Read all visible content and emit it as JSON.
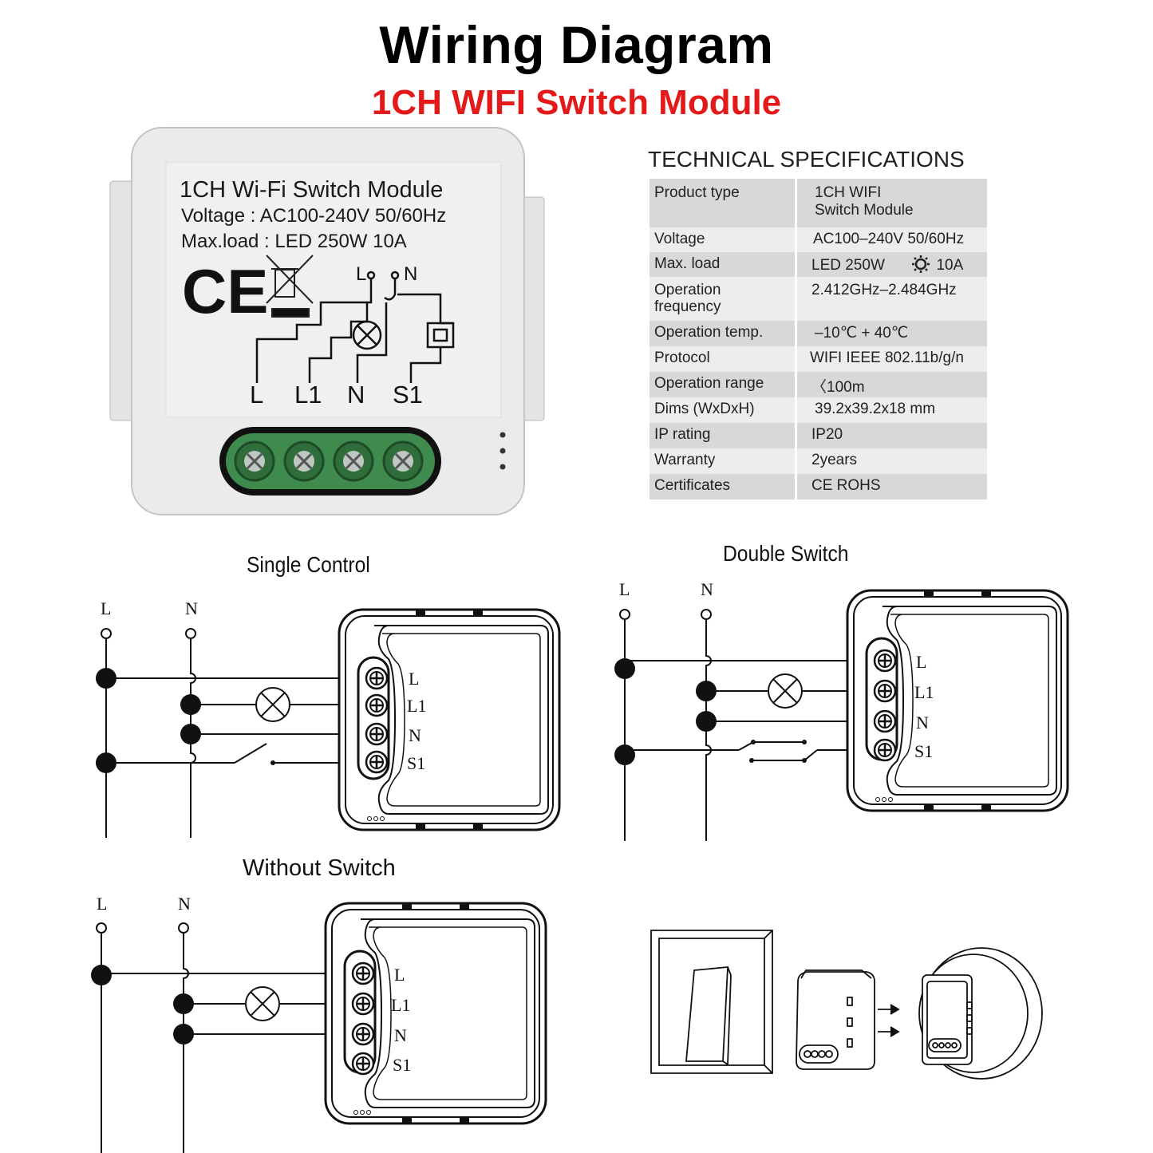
{
  "header": {
    "title": "Wiring Diagram",
    "subtitle": "1CH WIFI Switch Module",
    "title_color": "#000000",
    "subtitle_color": "#e41a1a"
  },
  "product_label": {
    "name": "1CH Wi-Fi Switch Module",
    "voltage": "Voltage : AC100-240V  50/60Hz",
    "max_load": "Max.load : LED 250W  10A",
    "ce_mark": "CE",
    "top_terminals": [
      "L",
      "N"
    ],
    "bottom_terminals": [
      "L",
      "L1",
      "N",
      "S1"
    ]
  },
  "specs": {
    "heading": "TECHNICAL SPECIFICATIONS",
    "rows": [
      {
        "key": "Product type",
        "value": "1CH WIFI",
        "value2": "Switch Module"
      },
      {
        "key": "Voltage",
        "value": "AC100–240V 50/60Hz"
      },
      {
        "key": "Max. load",
        "value": "LED 250W",
        "value2": "10A",
        "icon": "bulb-sun-icon"
      },
      {
        "key": "Operation",
        "key2": "frequency",
        "value": "2.412GHz–2.484GHz"
      },
      {
        "key": "Operation temp.",
        "value": "–10℃ + 40℃"
      },
      {
        "key": "Protocol",
        "value": "WIFI  IEEE 802.11b/g/n"
      },
      {
        "key": "Operation range",
        "value": "〈100m"
      },
      {
        "key": "Dims (WxDxH)",
        "value": "39.2x39.2x18 mm"
      },
      {
        "key": "IP rating",
        "value": "IP20"
      },
      {
        "key": "Warranty",
        "value": "2years"
      },
      {
        "key": "Certificates",
        "value": "CE ROHS"
      }
    ]
  },
  "diagrams": {
    "single": {
      "title": "Single Control",
      "line": "L",
      "neutral": "N",
      "terminals": [
        "L",
        "L1",
        "N",
        "S1"
      ]
    },
    "double": {
      "title": "Double Switch",
      "line": "L",
      "neutral": "N",
      "terminals": [
        "L",
        "L1",
        "N",
        "S1"
      ]
    },
    "without": {
      "title": "Without Switch",
      "line": "L",
      "neutral": "N",
      "terminals": [
        "L",
        "L1",
        "N",
        "S1"
      ]
    }
  }
}
